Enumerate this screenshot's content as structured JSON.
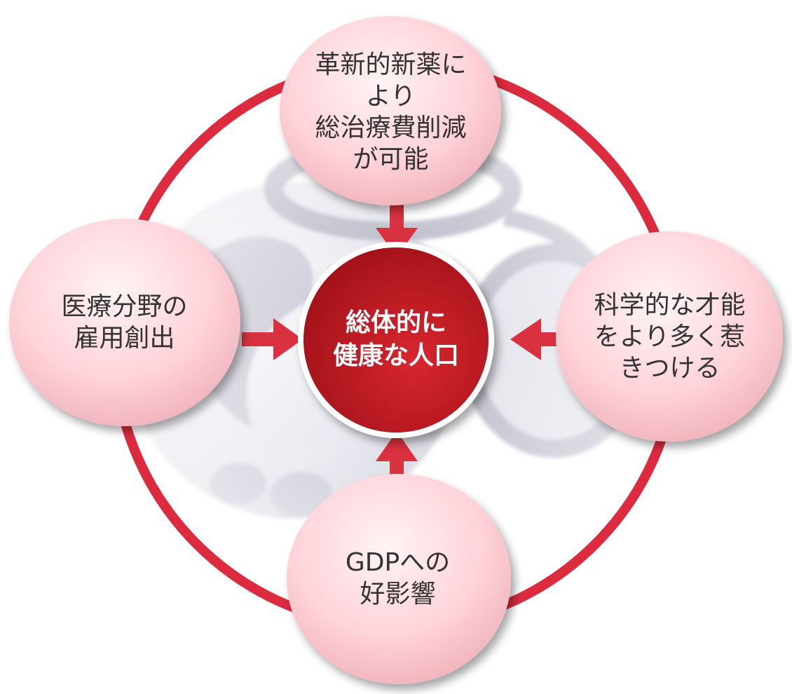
{
  "colors": {
    "ring": "#dc2b3e",
    "arrow": "#d9313f",
    "node_fill_light": "#fff0f2",
    "node_fill_mid": "#ffd2d8",
    "node_fill_dark": "#f2b8c0",
    "center_fill_light": "#d7262f",
    "center_fill_dark": "#9a0f16",
    "node_text": "#333333",
    "center_text": "#ffffff",
    "background_image_tint": "#cfcfe0"
  },
  "background": {
    "image": "globe-and-stethoscope-illustration"
  },
  "diagram": {
    "center": {
      "label": "総体的に\n健康な人口"
    },
    "nodes": {
      "top": {
        "label": "革新的新薬に\nより\n総治療費削減\nが可能"
      },
      "left": {
        "label": "医療分野の\n雇用創出"
      },
      "right": {
        "label": "科学的な才能\nをより多く惹\nきつける"
      },
      "bottom": {
        "label": "GDPへの\n好影響"
      }
    },
    "arrows": [
      "top-to-center",
      "left-to-center",
      "right-to-center",
      "bottom-to-center"
    ]
  }
}
